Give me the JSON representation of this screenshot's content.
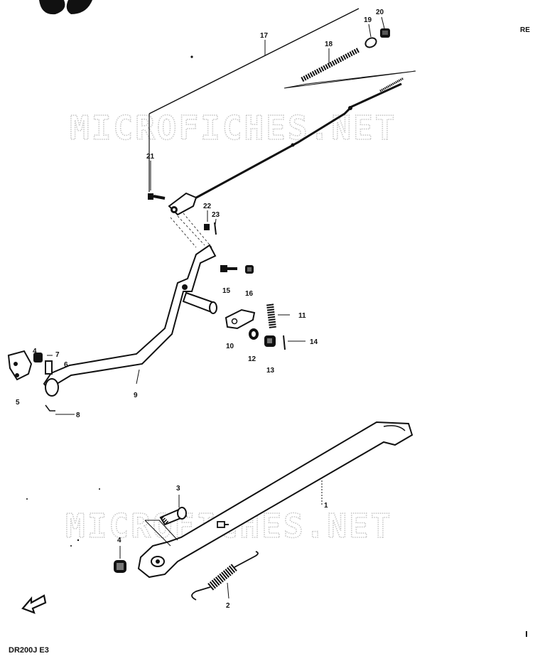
{
  "diagram": {
    "model_code": "DR200J E3",
    "corner_text": "RE",
    "watermark": "MICROFICHES.NET",
    "callouts": [
      "1",
      "2",
      "3",
      "4",
      "4",
      "5",
      "6",
      "7",
      "8",
      "9",
      "10",
      "11",
      "12",
      "13",
      "14",
      "15",
      "16",
      "17",
      "18",
      "19",
      "20",
      "21",
      "22",
      "23"
    ]
  }
}
